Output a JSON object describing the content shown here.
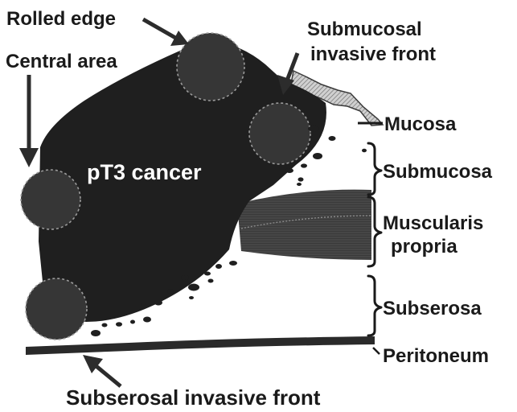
{
  "title": "pT3 cancer",
  "labels": {
    "rolled_edge": "Rolled edge",
    "central_area": "Central area",
    "submucosal_front_line1": "Submucosal",
    "submucosal_front_line2": "invasive front",
    "subserosal_front": "Subserosal invasive front"
  },
  "layers": {
    "mucosa": "Mucosa",
    "submucosa": "Submucosa",
    "muscularis_line1": "Muscularis",
    "muscularis_line2": "propria",
    "subserosa": "Subserosa",
    "peritoneum": "Peritoneum"
  },
  "colors": {
    "tumor": "#1f1f1f",
    "ring": "#363636",
    "muscle": "#3a3a3a",
    "mucosa_fill": "#b8b8b8"
  }
}
